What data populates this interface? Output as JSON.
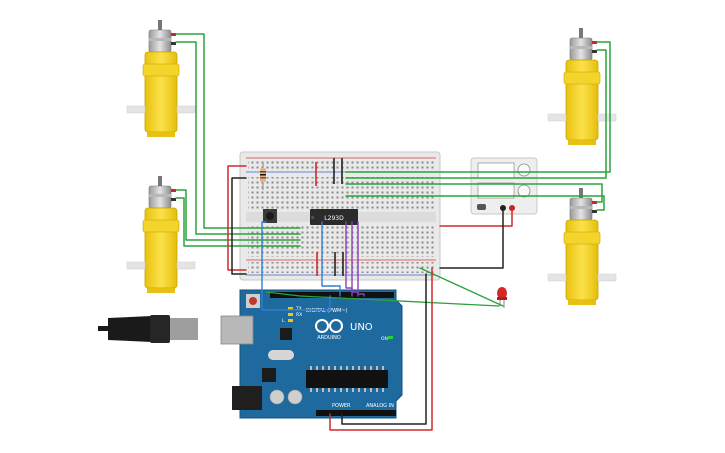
{
  "arduino": {
    "logo_text": "ARDUINO",
    "model_text": "UNO",
    "digital_header": "DIGITAL (PWM~)",
    "power_header": "POWER",
    "analog_header": "ANALOG IN",
    "led_tx": "TX",
    "led_rx": "RX",
    "led_l": "L",
    "led_on": "ON"
  },
  "breadboard": {
    "chip_label": "L293D"
  },
  "colors": {
    "wire_green": "#2aa33b",
    "wire_red": "#d12a2a",
    "wire_black": "#222222",
    "wire_blue": "#2f7fd1",
    "wire_purple": "#8a3fb8",
    "motor_yellow": "#f5d218",
    "arduino_blue": "#1e6a9e"
  }
}
